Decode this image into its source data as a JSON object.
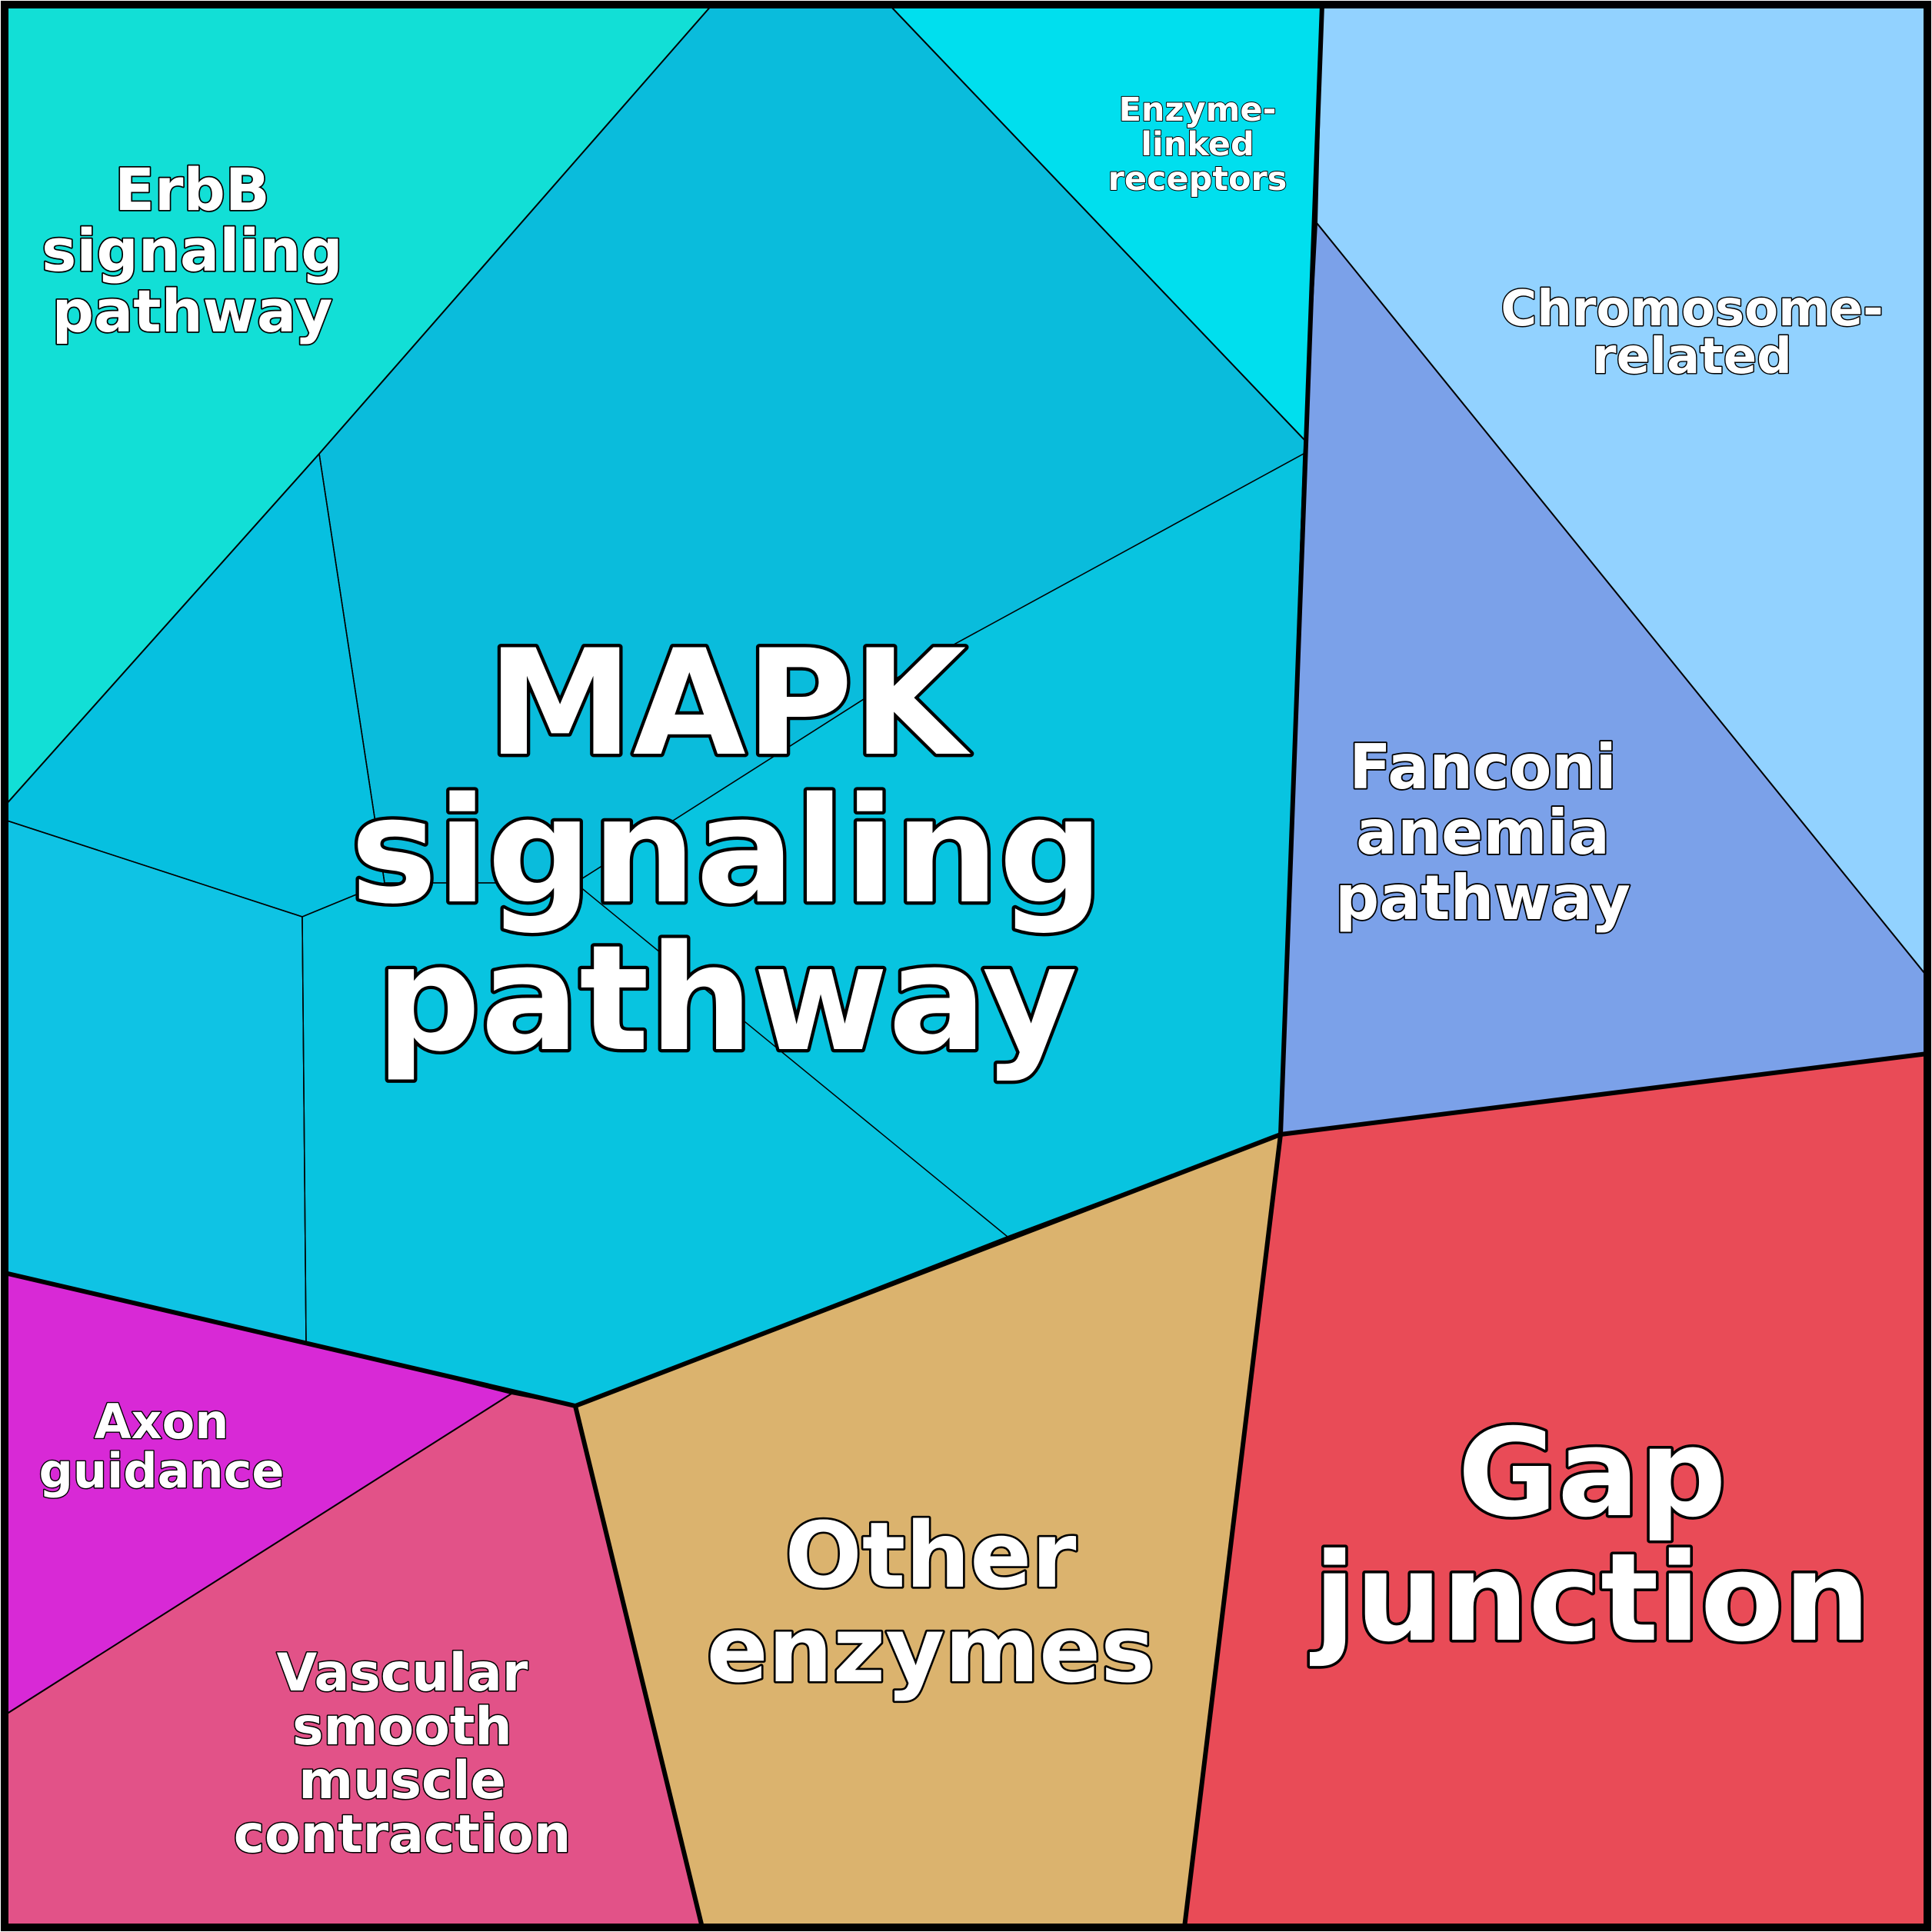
{
  "treemap": {
    "regions": [
      {
        "id": "mapk",
        "label_lines": [
          "MAPK",
          "signaling",
          "pathway"
        ]
      },
      {
        "id": "erbb",
        "label_lines": [
          "ErbB",
          "signaling",
          "pathway"
        ],
        "color": "#12dfd6"
      },
      {
        "id": "enzyme-linked",
        "label_lines": [
          "Enzyme-",
          "linked",
          "receptors"
        ],
        "color": "#00dfee"
      },
      {
        "id": "chromosome",
        "label_lines": [
          "Chromosome-",
          "related"
        ],
        "color": "#92d2ff"
      },
      {
        "id": "fanconi",
        "label_lines": [
          "Fanconi",
          "anemia",
          "pathway"
        ],
        "color": "#7ba1e9"
      },
      {
        "id": "gap-junction",
        "label_lines": [
          "Gap",
          "junction"
        ],
        "color": "#e94b57"
      },
      {
        "id": "other-enzymes",
        "label_lines": [
          "Other",
          "enzymes"
        ],
        "color": "#dbb36e"
      },
      {
        "id": "vascular",
        "label_lines": [
          "Vascular",
          "smooth",
          "muscle",
          "contraction"
        ],
        "color": "#e25288"
      },
      {
        "id": "axon",
        "label_lines": [
          "Axon",
          "guidance"
        ],
        "color": "#d829d6"
      }
    ],
    "mapk_subcell_colors": [
      "#0abcdc",
      "#06c0e0",
      "#0fc3e4",
      "#08c4e0"
    ],
    "line_color": "#000000"
  }
}
